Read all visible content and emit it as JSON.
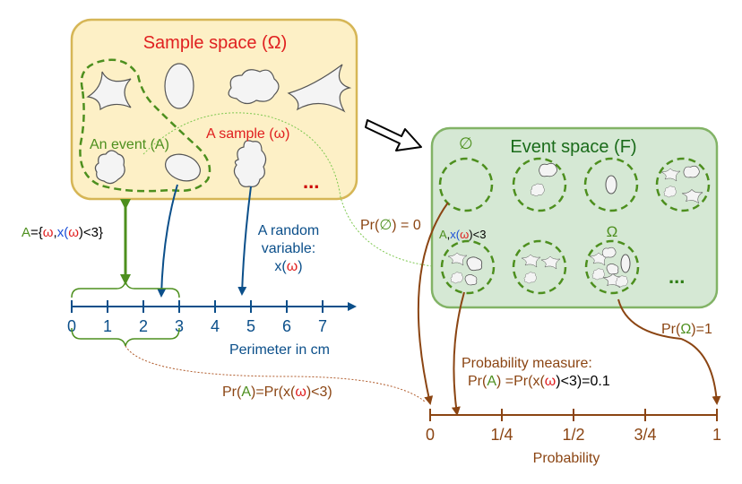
{
  "sample_space": {
    "title_prefix": "Sample space (",
    "title_symbol": "Ω",
    "title_suffix": ")",
    "event_label": "An event (A)",
    "sample_label_prefix": "A sample (",
    "sample_label_symbol": "ω",
    "sample_label_suffix": ")",
    "ellipsis": "..."
  },
  "event_space": {
    "title": "Event space (F)",
    "empty_symbol": "∅",
    "omega_symbol": "Ω",
    "a_label_a": "A",
    "a_label_comma": ",",
    "a_label_x": "x(",
    "a_label_omega": "ω",
    "a_label_end": ")<3",
    "ellipsis": "..."
  },
  "random_variable": {
    "line1": "A random",
    "line2": "variable:",
    "line3_x": "x(",
    "line3_omega": "ω",
    "line3_end": ")"
  },
  "event_definition": {
    "a": "A",
    "eq_brace": "={",
    "omega": "ω",
    "comma": ",",
    "x": "x(",
    "omega2": "ω",
    "end": ")<3}"
  },
  "perimeter_axis": {
    "ticks": [
      "0",
      "1",
      "2",
      "3",
      "4",
      "5",
      "6",
      "7"
    ],
    "label": "Perimeter in cm"
  },
  "pr_a_relation": {
    "pr_open": "Pr(",
    "a": "A",
    "mid": ")=Pr(x(",
    "omega": "ω",
    "end": ")<3)"
  },
  "pr_empty": {
    "pr_open": "Pr(",
    "symbol": "∅",
    "end": ") = 0"
  },
  "pr_omega": {
    "pr_open": "Pr(",
    "symbol": "Ω",
    "end": ")=1"
  },
  "probability_measure": {
    "title": "Probability measure:",
    "pr_open": "Pr(",
    "a": "A",
    "mid": ") =Pr(x(",
    "omega": "ω",
    "end": ")<3)=0.1"
  },
  "probability_axis": {
    "ticks": [
      "0",
      "1/4",
      "1/2",
      "3/4",
      "1"
    ],
    "label": "Probability"
  },
  "colors": {
    "sample_fill": "#fdf0c6",
    "sample_border": "#d6b656",
    "event_fill": "#d5e8d4",
    "event_border": "#82b366",
    "event_green": "#4d8f1e",
    "dark_green": "#1a6b1a",
    "red": "#e02020",
    "blue": "#0b4f8a",
    "brown": "#8b4513",
    "dark_red": "#b00000"
  }
}
